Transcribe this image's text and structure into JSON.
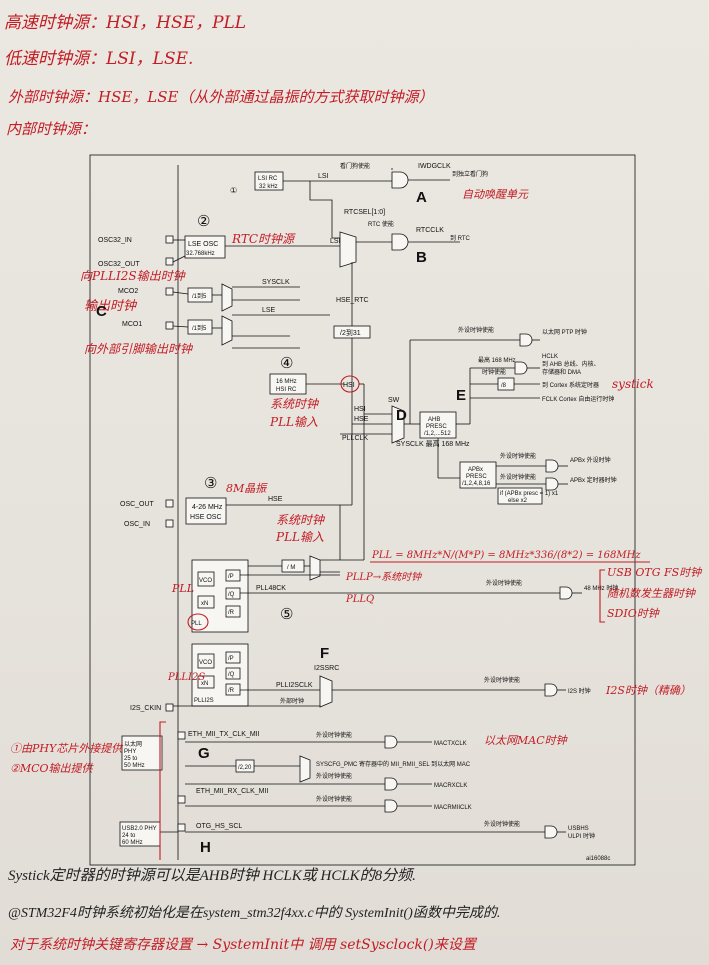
{
  "notes_top": [
    "高速时钟源：HSI，HSE，PLL",
    "低速时钟源：LSI，LSE.",
    "外部时钟源：HSE，LSE（从外部通过晶振的方式获取时钟源）",
    "内部时钟源："
  ],
  "notes_bottom": [
    "Systick定时器的时钟源可以是AHB时钟 HCLK或 HCLK的8分频.",
    "@STM32F4时钟系统初始化是在system_stm32f4xx.c中的 SystemInit()函数中完成的.",
    "对于系统时钟关键寄存器设置 → SystemInit中 调用 setSysclock()来设置"
  ],
  "annotations": {
    "iwdg_wake": "自动唤醒单元",
    "rtc_clock": "RTC时钟源",
    "mco2_out": "向PLLI2S输出时钟",
    "mco2_out2": "输出时钟",
    "mco1_out": "向外部引脚输出时钟",
    "hsi_sys": "系统时钟",
    "hsi_pll": "PLL输入",
    "hse_crystal": "8M晶振",
    "hse_sys": "系统时钟",
    "hse_pll": "PLL输入",
    "pll_formula": "PLL = 8MHz*N/(M*P) = 8MHz*336/(8*2) = 168MHz",
    "pllp_sys": "PLLP→系统时钟",
    "pllq": "PLLQ",
    "usb_otg": "USB OTG FS时钟",
    "random": "随机数发生器时钟",
    "sdio": "SDIO时钟",
    "i2s_clock": "I2S时钟（精确）",
    "eth_mac": "以太网MAC时钟",
    "phy_note1": "①由PHY芯片外接提供",
    "phy_note2": "②MCO输出提供",
    "systick": "systick",
    "pll_left": "PLL",
    "plli2s_left": "PLLI2S"
  },
  "diagram": {
    "circle_labels": [
      "①",
      "②",
      "③",
      "④",
      "⑤"
    ],
    "section_letters": [
      "A",
      "B",
      "C",
      "D",
      "E",
      "F",
      "G",
      "H"
    ],
    "pins": [
      "OSC32_IN",
      "OSC32_OUT",
      "MCO2",
      "MCO1",
      "OSC_OUT",
      "OSC_IN",
      "I2S_CKIN",
      "ETH_MII_TX_CLK_MII",
      "ETH_MII_RX_CLK_MII",
      "OTG_HS_SCL"
    ],
    "lsi_rc": [
      "LSI RC",
      "32 kHz"
    ],
    "lse_osc": [
      "LSE OSC",
      "32.768kHz"
    ],
    "hsi_rc": [
      "16 MHz",
      "HSI RC"
    ],
    "hse_osc": [
      "4-26 MHz",
      "HSE OSC"
    ],
    "div_mco": "/1到5",
    "div_2_31": "/2到31",
    "div_m": "/ M",
    "hsi_mux": "HSI",
    "lsi_label": "LSI",
    "lse_label": "LSE",
    "sysclk_label": "SYSCLK",
    "hse_label": "HSE",
    "hse_rtc": "HSE_RTC",
    "rtcsel": "RTCSEL[1:0]",
    "iwdg_en": "看门狗使能",
    "iwdgclk": "IWDGCLK",
    "iwdg_to": "到独立看门狗",
    "rtc_en": "RTC 使能",
    "rtcclk": "RTCCLK",
    "rtc_to": "到 RTC",
    "sw": "SW",
    "pllclk": "PLLCLK",
    "sysclk_max": "SYSCLK 最高 168 MHz",
    "ahb_presc": [
      "AHB",
      "PRESC",
      "/1,2,...512"
    ],
    "eth_ptp_en": "外设时钟使能",
    "eth_ptp": "以太网 PTP 时钟",
    "hclk_max": "最高 168 MHz",
    "hclk_en": "时钟使能",
    "hclk": "HCLK",
    "hclk_to": [
      "到 AHB 总线、内核、",
      "存储器和 DMA"
    ],
    "cortex": "到 Cortex 系统定时器",
    "div8": "/8",
    "fclk": "FCLK Cortex 自由运行时钟",
    "apbx_presc": [
      "APBx",
      "PRESC",
      "/1,2,4,8,16"
    ],
    "apbx_en": "外设时钟使能",
    "apbx": "APBx 外设时钟",
    "timer_en": "外设时钟使能",
    "apbx_timer": "APBx 定时器时钟",
    "timer_cond": [
      "if (APBx presc = 1) x1",
      "else x2"
    ],
    "pll_blocks": [
      "xN",
      "/P",
      "/Q",
      "/R",
      "VCO",
      "PLL"
    ],
    "plli2s_blocks": [
      "xN",
      "/P",
      "/Q",
      "/R",
      "VCO",
      "PLLI2S"
    ],
    "pll48ck": "PLL48CK",
    "mhz48_en": "外设时钟使能",
    "mhz48": "48 MHz 时钟",
    "i2ssrc": "I2SSRC",
    "plli2sclk": "PLLI2SCLK",
    "ext_clock": "外部时钟",
    "i2s_en": "外设时钟使能",
    "i2s_clock": "I2S 时钟",
    "phy_box": [
      "以太网",
      "PHY",
      "25 to",
      "50 MHz"
    ],
    "mactx_en": "外设时钟使能",
    "mactxclk": "MACTXCLK",
    "syscfg": "SYSCFG_PMC 寄存器中的 MII_RMII_SEL 到以太网 MAC",
    "div_2_20": "/2,20",
    "macrx_en": "外设时钟使能",
    "macrxclk": "MACRXCLK",
    "macrmii_en": "外设时钟使能",
    "macrmiiclk": "MACRMIICLK",
    "usb_phy": [
      "USB2.0 PHY",
      "24 to",
      "60 MHz"
    ],
    "usbhs_en": "外设时钟使能",
    "usbhs": [
      "USBHS",
      "ULPI 时钟"
    ],
    "fig_id": "ai16088c"
  },
  "colors": {
    "annotation_red": "#c31c24",
    "ink": "#111111",
    "paper": "#e9e5df"
  }
}
